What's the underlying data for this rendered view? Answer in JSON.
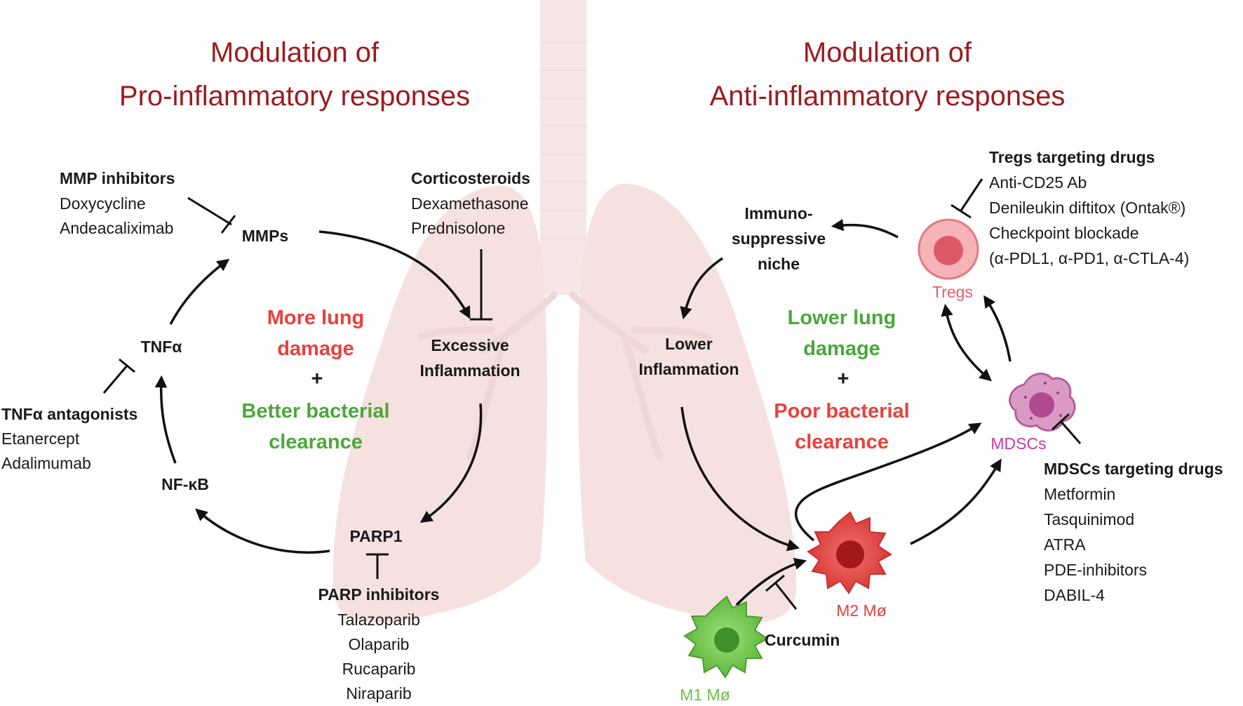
{
  "headings": {
    "left": [
      "Modulation of",
      "Pro-inflammatory responses"
    ],
    "right": [
      "Modulation of",
      "Anti-inflammatory responses"
    ]
  },
  "left": {
    "mmp_inhibitors": {
      "title": "MMP inhibitors",
      "drugs": [
        "Doxycycline",
        "Andeacaliximab"
      ]
    },
    "mmps": "MMPs",
    "corticosteroids": {
      "title": "Corticosteroids",
      "drugs": [
        "Dexamethasone",
        "Prednisolone"
      ]
    },
    "tnfa": "TNFα",
    "tnfa_antagonists": {
      "title": "TNFα antagonists",
      "drugs": [
        "Etanercept",
        "Adalimumab"
      ]
    },
    "nfkb": "NF-κB",
    "excessive_inflammation": [
      "Excessive",
      "Inflammation"
    ],
    "parp1": "PARP1",
    "parp_inhibitors": {
      "title": "PARP inhibitors",
      "drugs": [
        "Talazoparib",
        "Olaparib",
        "Rucaparib",
        "Niraparib"
      ]
    },
    "outcome": {
      "line1": "More lung",
      "line2": "damage",
      "plus": "+",
      "line3": "Better bacterial",
      "line4": "clearance"
    }
  },
  "right": {
    "immunosuppressive_niche": [
      "Immuno-",
      "suppressive",
      "niche"
    ],
    "lower_inflammation": [
      "Lower",
      "Inflammation"
    ],
    "outcome": {
      "line1": "Lower lung",
      "line2": "damage",
      "plus": "+",
      "line3": "Poor bacterial",
      "line4": "clearance"
    },
    "tregs_drugs": {
      "title": "Tregs targeting drugs",
      "drugs": [
        "Anti-CD25 Ab",
        "Denileukin diftitox (Ontak®)",
        "Checkpoint blockade",
        "(α-PDL1, α-PD1, α-CTLA-4)"
      ]
    },
    "tregs": "Tregs",
    "mdscs": "MDSCs",
    "mdscs_drugs": {
      "title": "MDSCs targeting drugs",
      "drugs": [
        "Metformin",
        "Tasquinimod",
        "ATRA",
        "PDE-inhibitors",
        "DABIL-4"
      ]
    },
    "m2": "M2 Mø",
    "m1": "M1 Mø",
    "curcumin": "Curcumin"
  },
  "colors": {
    "heading": "#9b1b1f",
    "red": "#e8413c",
    "green": "#4aa83a",
    "tregs": "#e0606a",
    "mdscs": "#c83aa8",
    "m1": "#6cc04a",
    "m2": "#e0403c",
    "lung": "#f4dada"
  }
}
